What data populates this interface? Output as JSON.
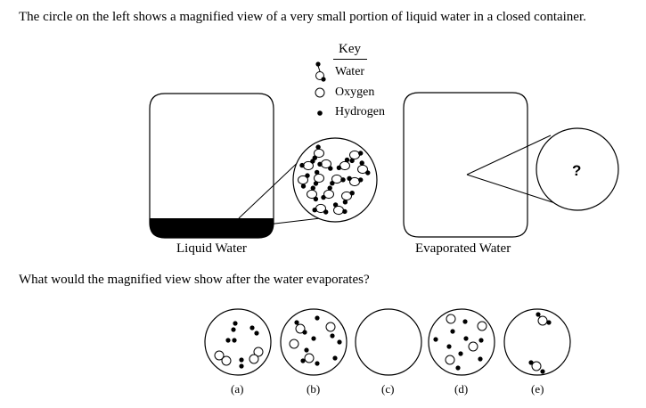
{
  "intro_text": "The circle on the left shows a magnified view of a very small portion of liquid water in a closed container.",
  "key": {
    "title": "Key",
    "water": "Water",
    "oxygen": "Oxygen",
    "hydrogen": "Hydrogen"
  },
  "containers": {
    "liquid_label": "Liquid Water",
    "evaporated_label": "Evaporated Water",
    "unknown_mark": "?"
  },
  "question_text": "What would the magnified view show after the water evaporates?",
  "choices": [
    "(a)",
    "(b)",
    "(c)",
    "(d)",
    "(e)"
  ]
}
